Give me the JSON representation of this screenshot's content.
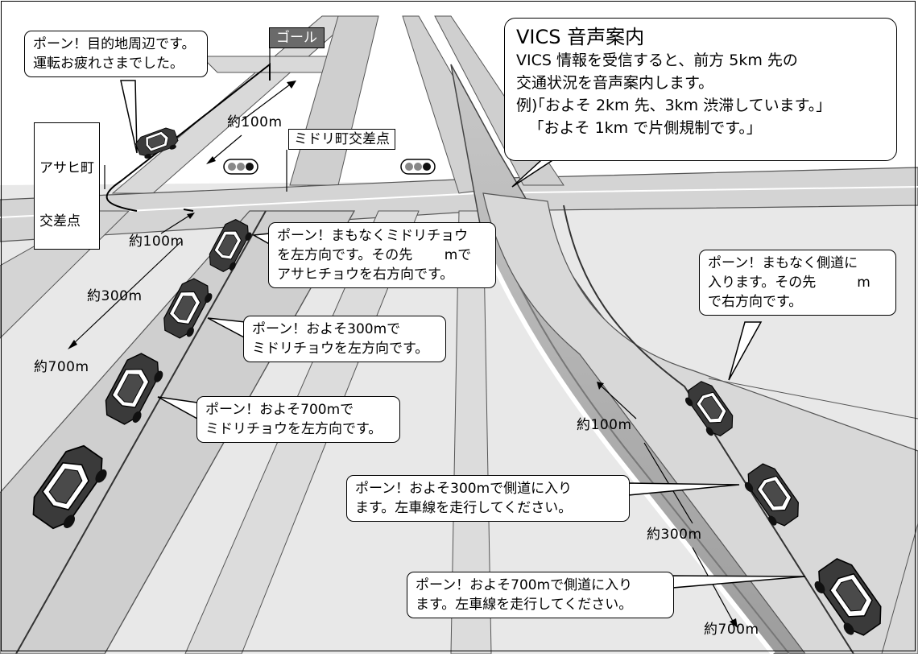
{
  "vics": {
    "title": "VICS 音声案内",
    "lines": [
      "VICS 情報を受信すると、前方 5km 先の",
      "交通状況を音声案内します。",
      "例)｢およそ 2km 先、3km 渋滞しています。｣",
      "　 ｢およそ 1km で片側規制です。｣"
    ]
  },
  "labels": {
    "goal": "ゴール",
    "asahi_line1": "アサヒ町",
    "asahi_line2": "交差点",
    "midori": "ミドリ町交差点"
  },
  "bubbles": {
    "goal_arrival": "ポーン！目的地周辺です。\n運転お疲れさまでした。",
    "midori_soon": "ポーン！まもなくミドリチョウ\nを左方向です。その先　　 mで\nアサヒチョウを右方向です。",
    "midori_300": "ポーン！およそ300mで\nミドリチョウを左方向です。",
    "midori_700": "ポーン！およそ700mで\nミドリチョウを左方向です。",
    "side_soon": "ポーン！まもなく側道に\n入ります。その先　　　m\nで右方向です。",
    "side_300": "ポーン！およそ300mで側道に入り\nます。左車線を走行してください。",
    "side_700": "ポーン！およそ700mで側道に入り\nます。左車線を走行してください。"
  },
  "distances": {
    "top_100": "約100m",
    "left_100": "約100m",
    "left_300": "約300m",
    "left_700": "約700m",
    "right_100": "約100m",
    "right_300": "約300m",
    "right_700": "約700m"
  },
  "colors": {
    "road_light": "#d6d6d6",
    "road_mid": "#bdbdbd",
    "road_dark": "#a6a6a6",
    "ground": "#e6e6e6",
    "car_body": "#3a3a3a",
    "goal_bg": "#6a6a6a"
  }
}
